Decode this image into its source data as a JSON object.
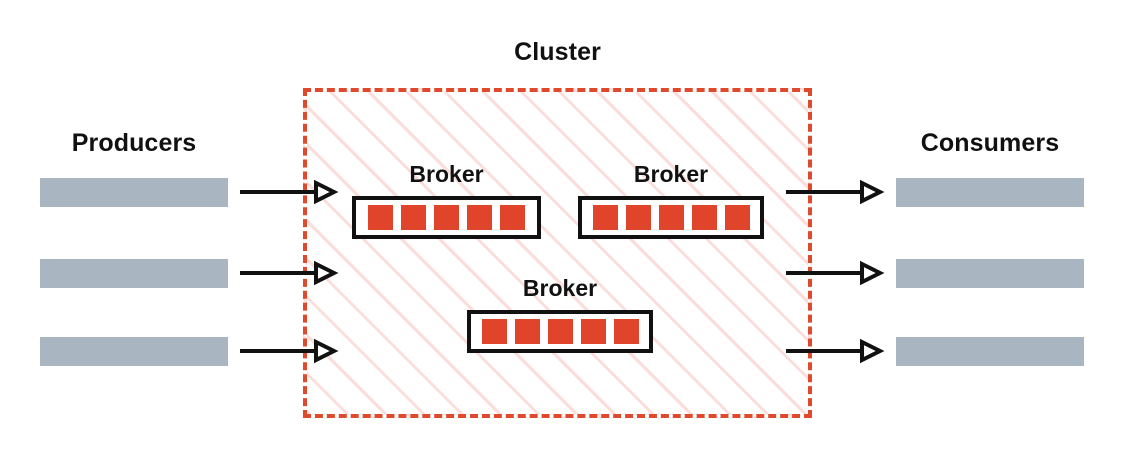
{
  "diagram": {
    "title_cluster": "Cluster",
    "colors": {
      "cluster_border": "#e04a2c",
      "cluster_hatch": "#fbdedb",
      "partition": "#e0452c",
      "entity_bar": "#a9b6c2",
      "stroke": "#111111",
      "background": "#ffffff"
    }
  },
  "producers": {
    "title": "Producers",
    "items": [
      {
        "id": "producer-1"
      },
      {
        "id": "producer-2"
      },
      {
        "id": "producer-3"
      }
    ]
  },
  "consumers": {
    "title": "Consumers",
    "items": [
      {
        "id": "consumer-1"
      },
      {
        "id": "consumer-2"
      },
      {
        "id": "consumer-3"
      }
    ]
  },
  "cluster": {
    "label": "Cluster",
    "brokers": [
      {
        "label": "Broker",
        "partitions": 5
      },
      {
        "label": "Broker",
        "partitions": 5
      },
      {
        "label": "Broker",
        "partitions": 5
      }
    ]
  },
  "arrows": {
    "producer_to_cluster": 3,
    "cluster_to_consumer": 3,
    "head_style": "open-triangle",
    "direction": "right"
  }
}
